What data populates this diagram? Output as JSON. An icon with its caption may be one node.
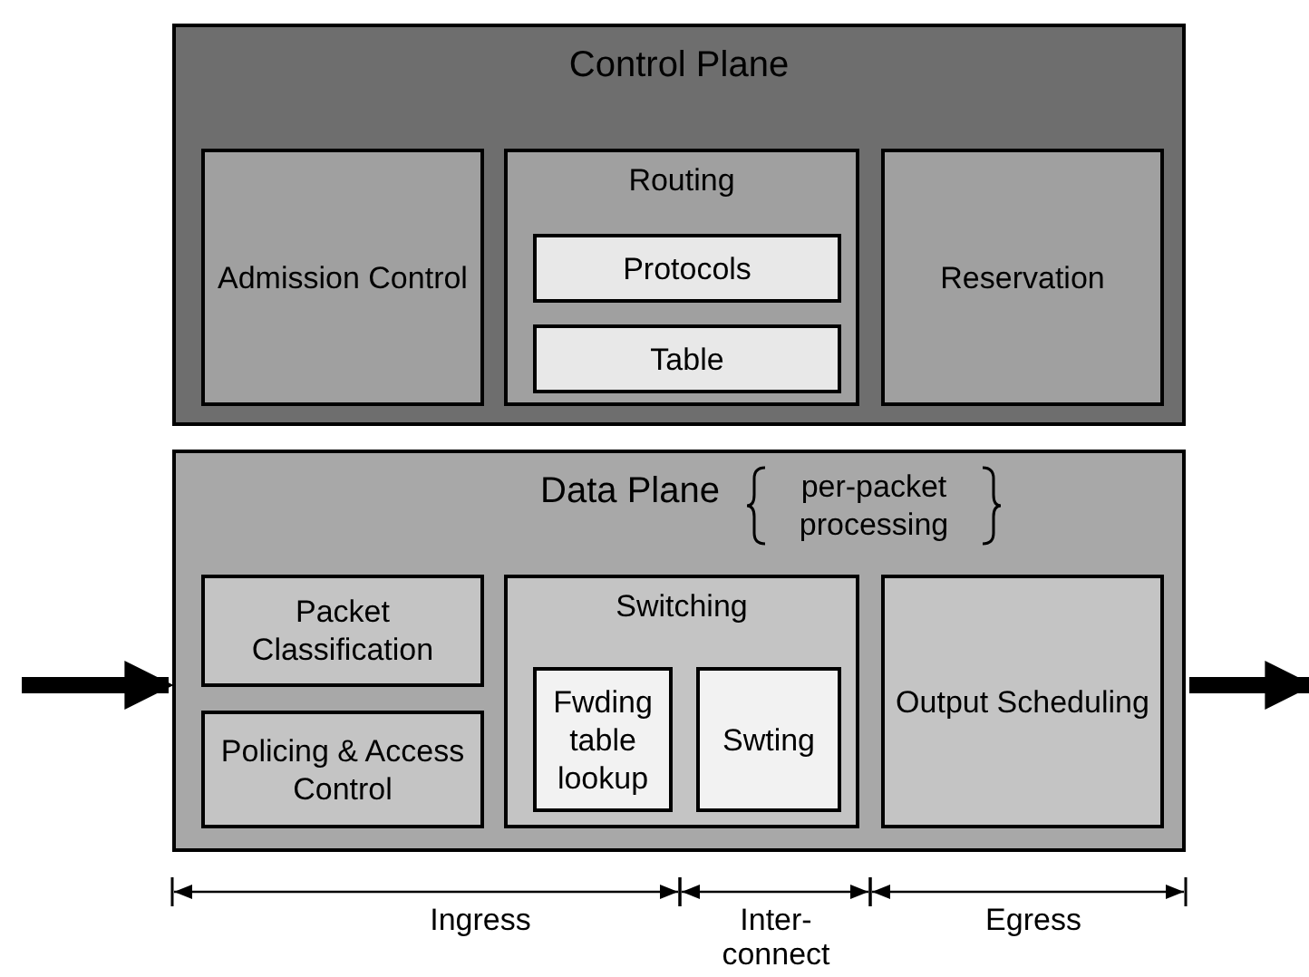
{
  "diagram": {
    "nodes": [
      {
        "text": [
          "Control Plane"
        ]
      },
      {
        "text": [
          "Admission Control"
        ],
        "in": 0
      },
      {
        "text": [
          "Routing"
        ],
        "in": 0
      },
      {
        "text": [
          "Protocols"
        ],
        "in": 2
      },
      {
        "text": [
          "Table"
        ],
        "in": 2
      },
      {
        "text": [
          "Reservation"
        ],
        "in": 0
      },
      {
        "text": [
          "Data Plane"
        ],
        "beside": [
          "per-packet processing"
        ]
      },
      {
        "text": [
          "Packet Classification"
        ],
        "in": 6
      },
      {
        "text": [
          "Policing & Access Control"
        ],
        "in": 6
      },
      {
        "text": [
          "Switching"
        ],
        "in": 6
      },
      {
        "text": [
          "Fwding table lookup"
        ],
        "in": 9
      },
      {
        "text": [
          "Swting"
        ],
        "in": 9
      },
      {
        "text": [
          "Output Scheduling"
        ],
        "in": 6
      }
    ],
    "edges": [
      {
        "from": null,
        "to": 6,
        "arrow": "to"
      },
      {
        "from": 6,
        "to": null,
        "arrow": "to"
      }
    ],
    "labels": [
      "Ingress",
      "Inter-connect",
      "Egress"
    ]
  }
}
